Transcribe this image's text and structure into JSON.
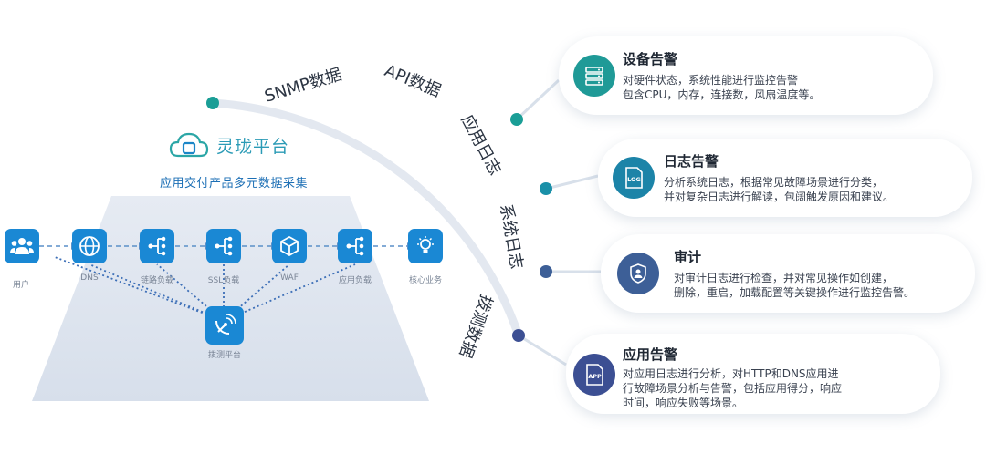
{
  "platform": {
    "logo_title": "灵珑平台",
    "subtitle": "应用交付产品多元数据采集"
  },
  "arc_labels": {
    "snmp": "SNMP数据",
    "api": "API数据",
    "app_log": "应用日志",
    "sys_log": "系统日志",
    "probe": "拨测数据"
  },
  "nodes": [
    {
      "label": "用户",
      "icon": "users-icon"
    },
    {
      "label": "DNS",
      "icon": "globe-icon"
    },
    {
      "label": "链路负载",
      "icon": "load-balance-icon"
    },
    {
      "label": "SSL负载",
      "icon": "load-balance-icon"
    },
    {
      "label": "WAF",
      "icon": "waf-box-icon"
    },
    {
      "label": "应用负载",
      "icon": "load-balance-icon"
    },
    {
      "label": "核心业务",
      "icon": "lightbulb-icon"
    }
  ],
  "probe_node": {
    "label": "拨测平台",
    "icon": "satellite-dish-icon"
  },
  "cards": [
    {
      "title": "设备告警",
      "lines": [
        "对硬件状态，系统性能进行监控告警",
        "包含CPU，内存，连接数，风扇温度等。"
      ],
      "icon": "server-icon",
      "color": "#1f9a97"
    },
    {
      "title": "日志告警",
      "lines": [
        "分析系统日志，根据常见故障场景进行分类，",
        "并对复杂日志进行解读，包阔触发原因和建议。"
      ],
      "icon": "log-file-icon",
      "icon_text": "LOG",
      "color": "#1c84a8"
    },
    {
      "title": "审计",
      "lines": [
        "对审计日志进行检查，并对常见操作如创建，",
        "删除，重启，加载配置等关键操作进行监控告警。"
      ],
      "icon": "shield-user-icon",
      "color": "#3d5f97"
    },
    {
      "title": "应用告警",
      "lines": [
        "对应用日志进行分析，对HTTP和DNS应用进",
        "行故障场景分析与告警，包括应用得分，响应",
        "时间，响应失败等场景。"
      ],
      "icon": "app-file-icon",
      "icon_text": "APP",
      "color": "#3c4f93"
    }
  ]
}
